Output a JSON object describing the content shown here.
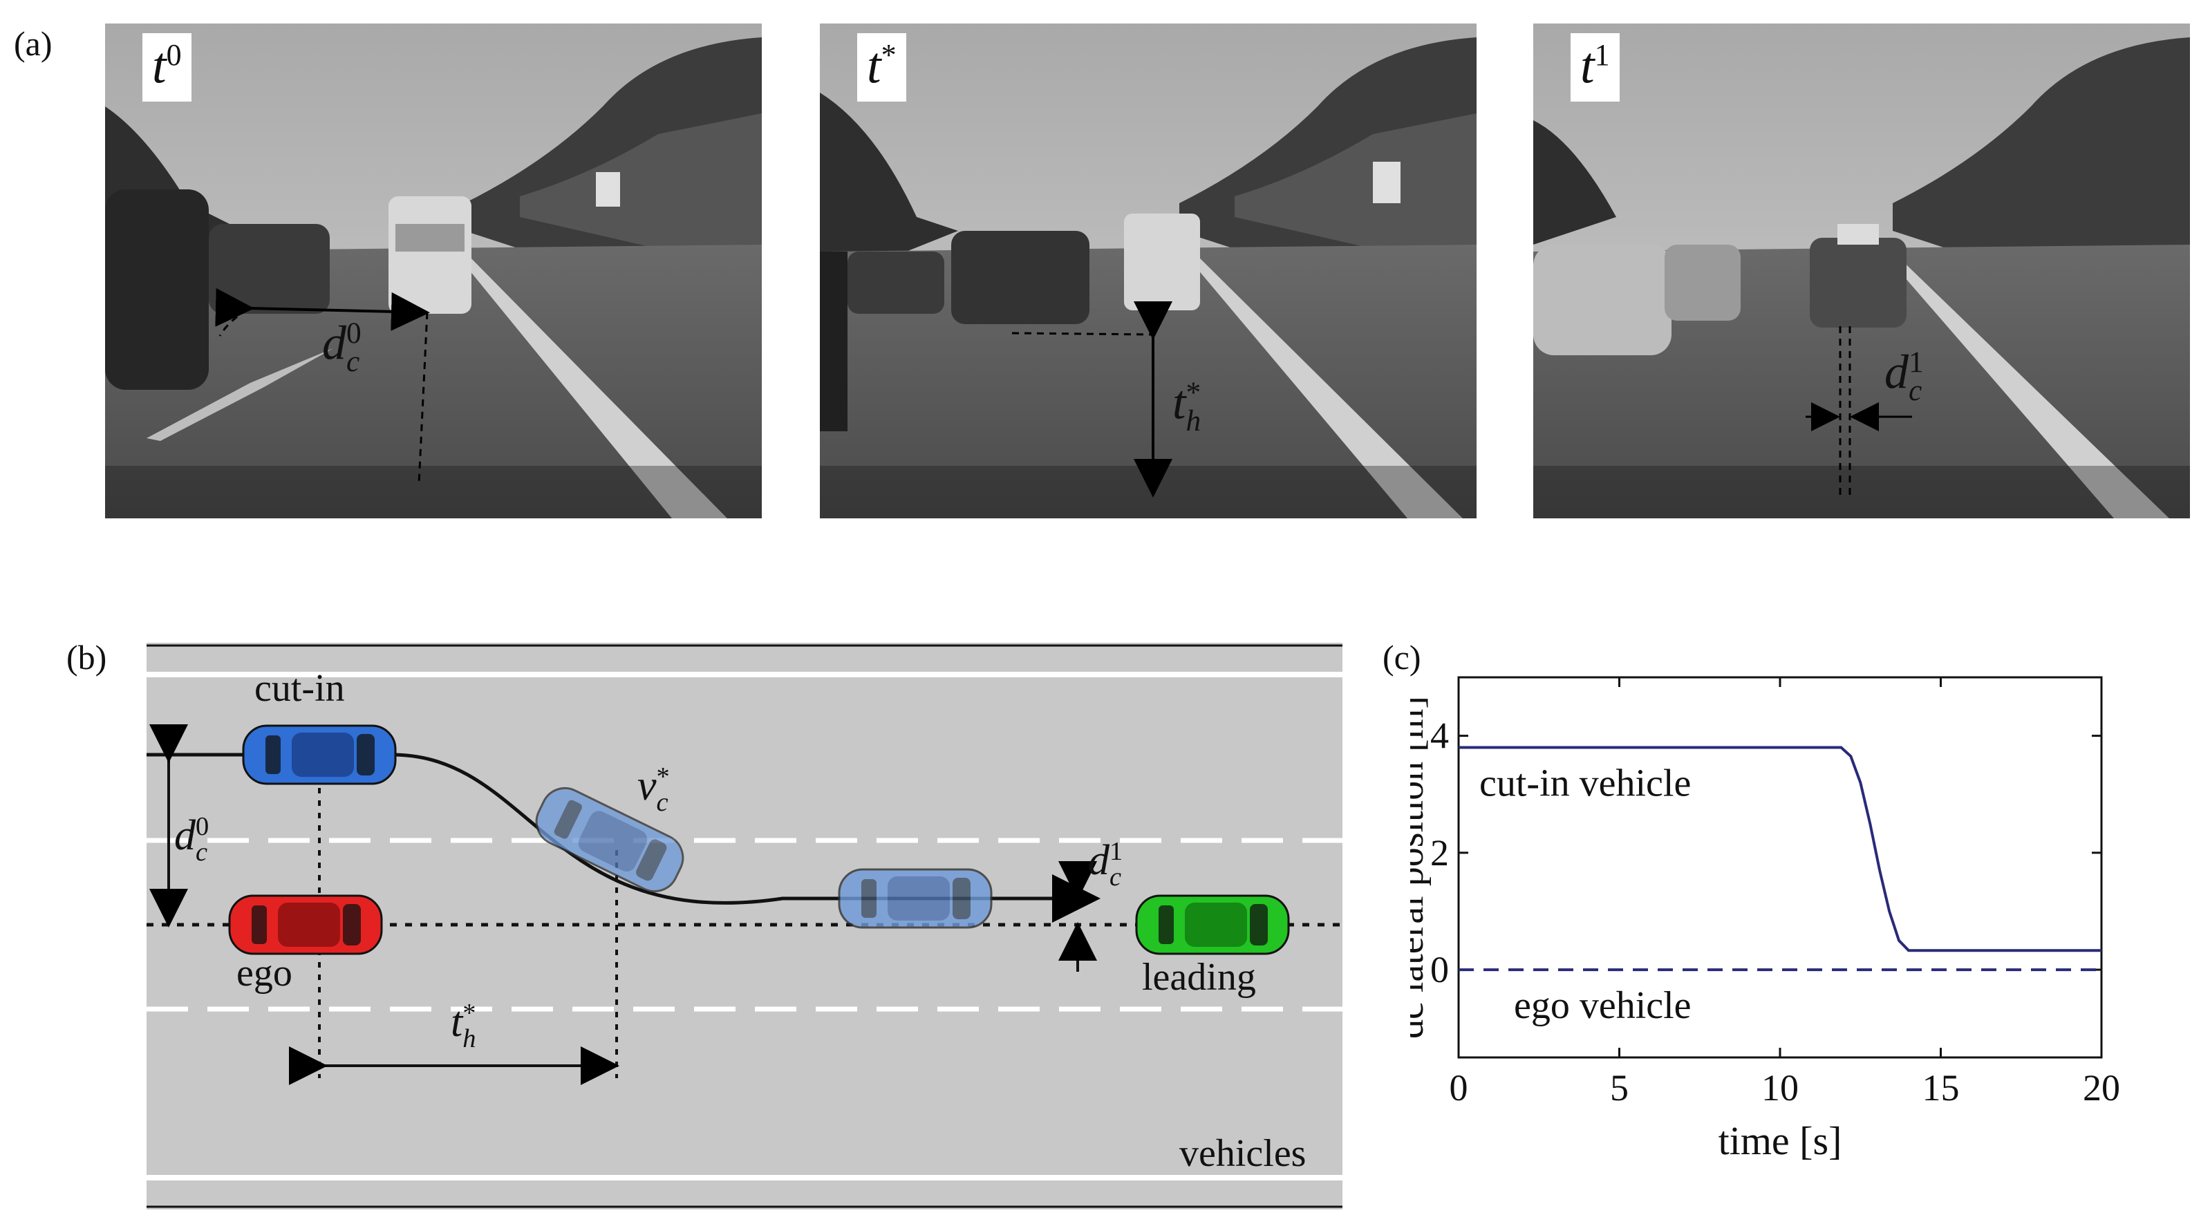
{
  "panels": {
    "a": {
      "label": "(a)"
    },
    "b": {
      "label": "(b)"
    },
    "c": {
      "label": "(c)"
    }
  },
  "photos": [
    {
      "time_base": "t",
      "time_sup": "0"
    },
    {
      "time_base": "t",
      "time_sup": "*"
    },
    {
      "time_base": "t",
      "time_sup": "1"
    }
  ],
  "annotations": {
    "d_c0": {
      "base": "d",
      "sup": "0",
      "sub": "c"
    },
    "t_h_star": {
      "base": "t",
      "sup": "*",
      "sub": "h"
    },
    "d_c1": {
      "base": "d",
      "sup": "1",
      "sub": "c"
    },
    "v_c_star": {
      "base": "v",
      "sup": "*",
      "sub": "c"
    }
  },
  "road": {
    "label_cut_in": "cut-in",
    "label_ego": "ego",
    "label_leading": "leading",
    "label_vehicles": "vehicles",
    "colors": {
      "road": "#c8c8c8",
      "cut_in": "#2f6fd6",
      "ego": "#e52222",
      "leading": "#22c322",
      "cut_in_faded": "#6f9ad8"
    }
  },
  "chart_data": {
    "type": "line",
    "xlabel": "time [s]",
    "ylabel": "d̂c lateral position [m]",
    "xlim": [
      0,
      20
    ],
    "ylim": [
      -1.5,
      5
    ],
    "xticks": [
      0,
      5,
      10,
      15,
      20
    ],
    "yticks": [
      0,
      2,
      4
    ],
    "grid": false,
    "series": [
      {
        "name": "cut-in vehicle",
        "style": "solid",
        "color": "#2a2a7a",
        "x": [
          0,
          11.9,
          12.2,
          12.5,
          12.8,
          13.1,
          13.4,
          13.7,
          14.0,
          20
        ],
        "values": [
          3.8,
          3.8,
          3.65,
          3.2,
          2.5,
          1.7,
          1.0,
          0.5,
          0.33,
          0.33
        ]
      },
      {
        "name": "ego vehicle",
        "style": "dashed",
        "color": "#2a2a7a",
        "x": [
          0,
          20
        ],
        "values": [
          0,
          0
        ]
      }
    ]
  }
}
